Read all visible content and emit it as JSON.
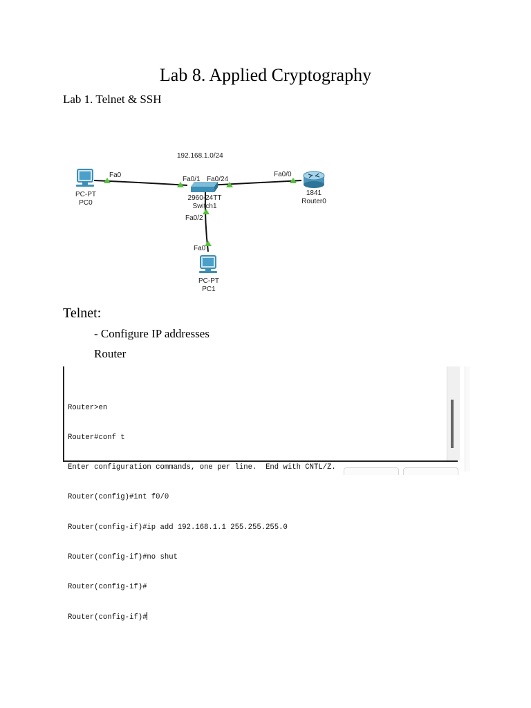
{
  "document": {
    "title": "Lab 8. Applied Cryptography",
    "subtitle": "Lab 1. Telnet & SSH",
    "section_telnet": "Telnet:",
    "bullet_configure_ip": "- Configure IP addresses",
    "router_label": "Router"
  },
  "topology": {
    "network_label": "192.168.1.0/24",
    "pc0": {
      "type": "PC-PT",
      "name": "PC0",
      "port": "Fa0"
    },
    "pc1": {
      "type": "PC-PT",
      "name": "PC1",
      "port": "Fa0"
    },
    "switch1": {
      "model": "2960-24TT",
      "name": "Switch1",
      "port_pc0": "Fa0/1",
      "port_router": "Fa0/24",
      "port_pc1": "Fa0/2"
    },
    "router0": {
      "model": "1841",
      "name": "Router0",
      "port": "Fa0/0"
    },
    "link_color": "#111111",
    "link_status_color": "#55c23a",
    "device_color": "#3d8fb5"
  },
  "cli": {
    "lines": [
      "Router>en",
      "Router#conf t",
      "Enter configuration commands, one per line.  End with CNTL/Z.",
      "Router(config)#int f0/0",
      "Router(config-if)#ip add 192.168.1.1 255.255.255.0",
      "Router(config-if)#no shut",
      "Router(config-if)#",
      "Router(config-if)#"
    ]
  }
}
